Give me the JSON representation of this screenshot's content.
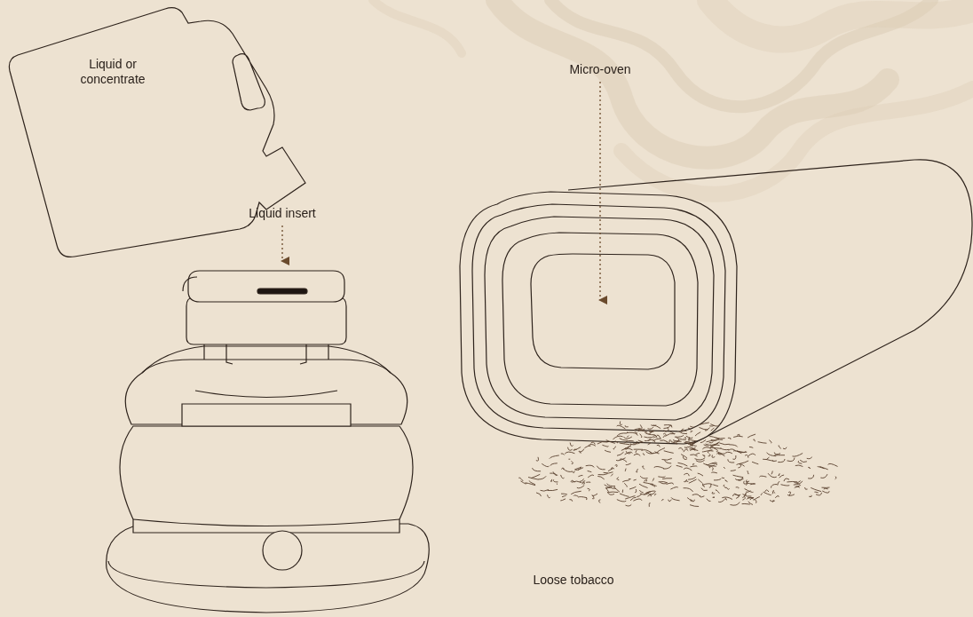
{
  "diagram": {
    "nodes": [
      {
        "text": [
          "Liquid or concentrate"
        ]
      }
    ],
    "labels": [
      "Liquid insert",
      "Micro-oven",
      "Loose tobacco"
    ]
  }
}
